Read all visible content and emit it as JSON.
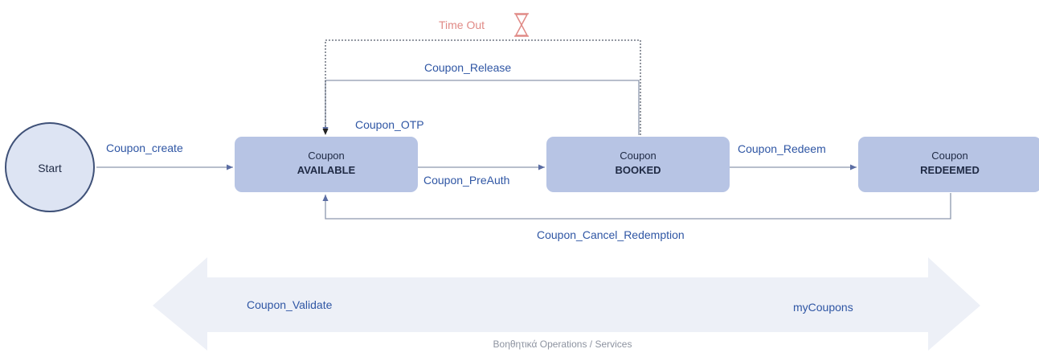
{
  "start": {
    "label": "Start"
  },
  "states": {
    "available": {
      "line1": "Coupon",
      "line2": "AVAILABLE"
    },
    "booked": {
      "line1": "Coupon",
      "line2": "BOOKED"
    },
    "redeemed": {
      "line1": "Coupon",
      "line2": "REDEEMED"
    }
  },
  "transitions": {
    "create": "Coupon_create",
    "otp": "Coupon_OTP",
    "preauth": "Coupon_PreAuth",
    "redeem": "Coupon_Redeem",
    "release": "Coupon_Release",
    "cancel_redemption": "Coupon_Cancel_Redemption"
  },
  "timeout": {
    "label": "Time Out",
    "icon": "hourglass-icon"
  },
  "services_band": {
    "left": "Coupon_Validate",
    "right": "myCoupons",
    "caption": "Βοηθητικά Operations / Services"
  },
  "colors": {
    "state_fill": "#b7c4e4",
    "label_blue": "#2f56a4",
    "timeout_red": "#e08a86",
    "band_fill": "#edf0f7"
  }
}
